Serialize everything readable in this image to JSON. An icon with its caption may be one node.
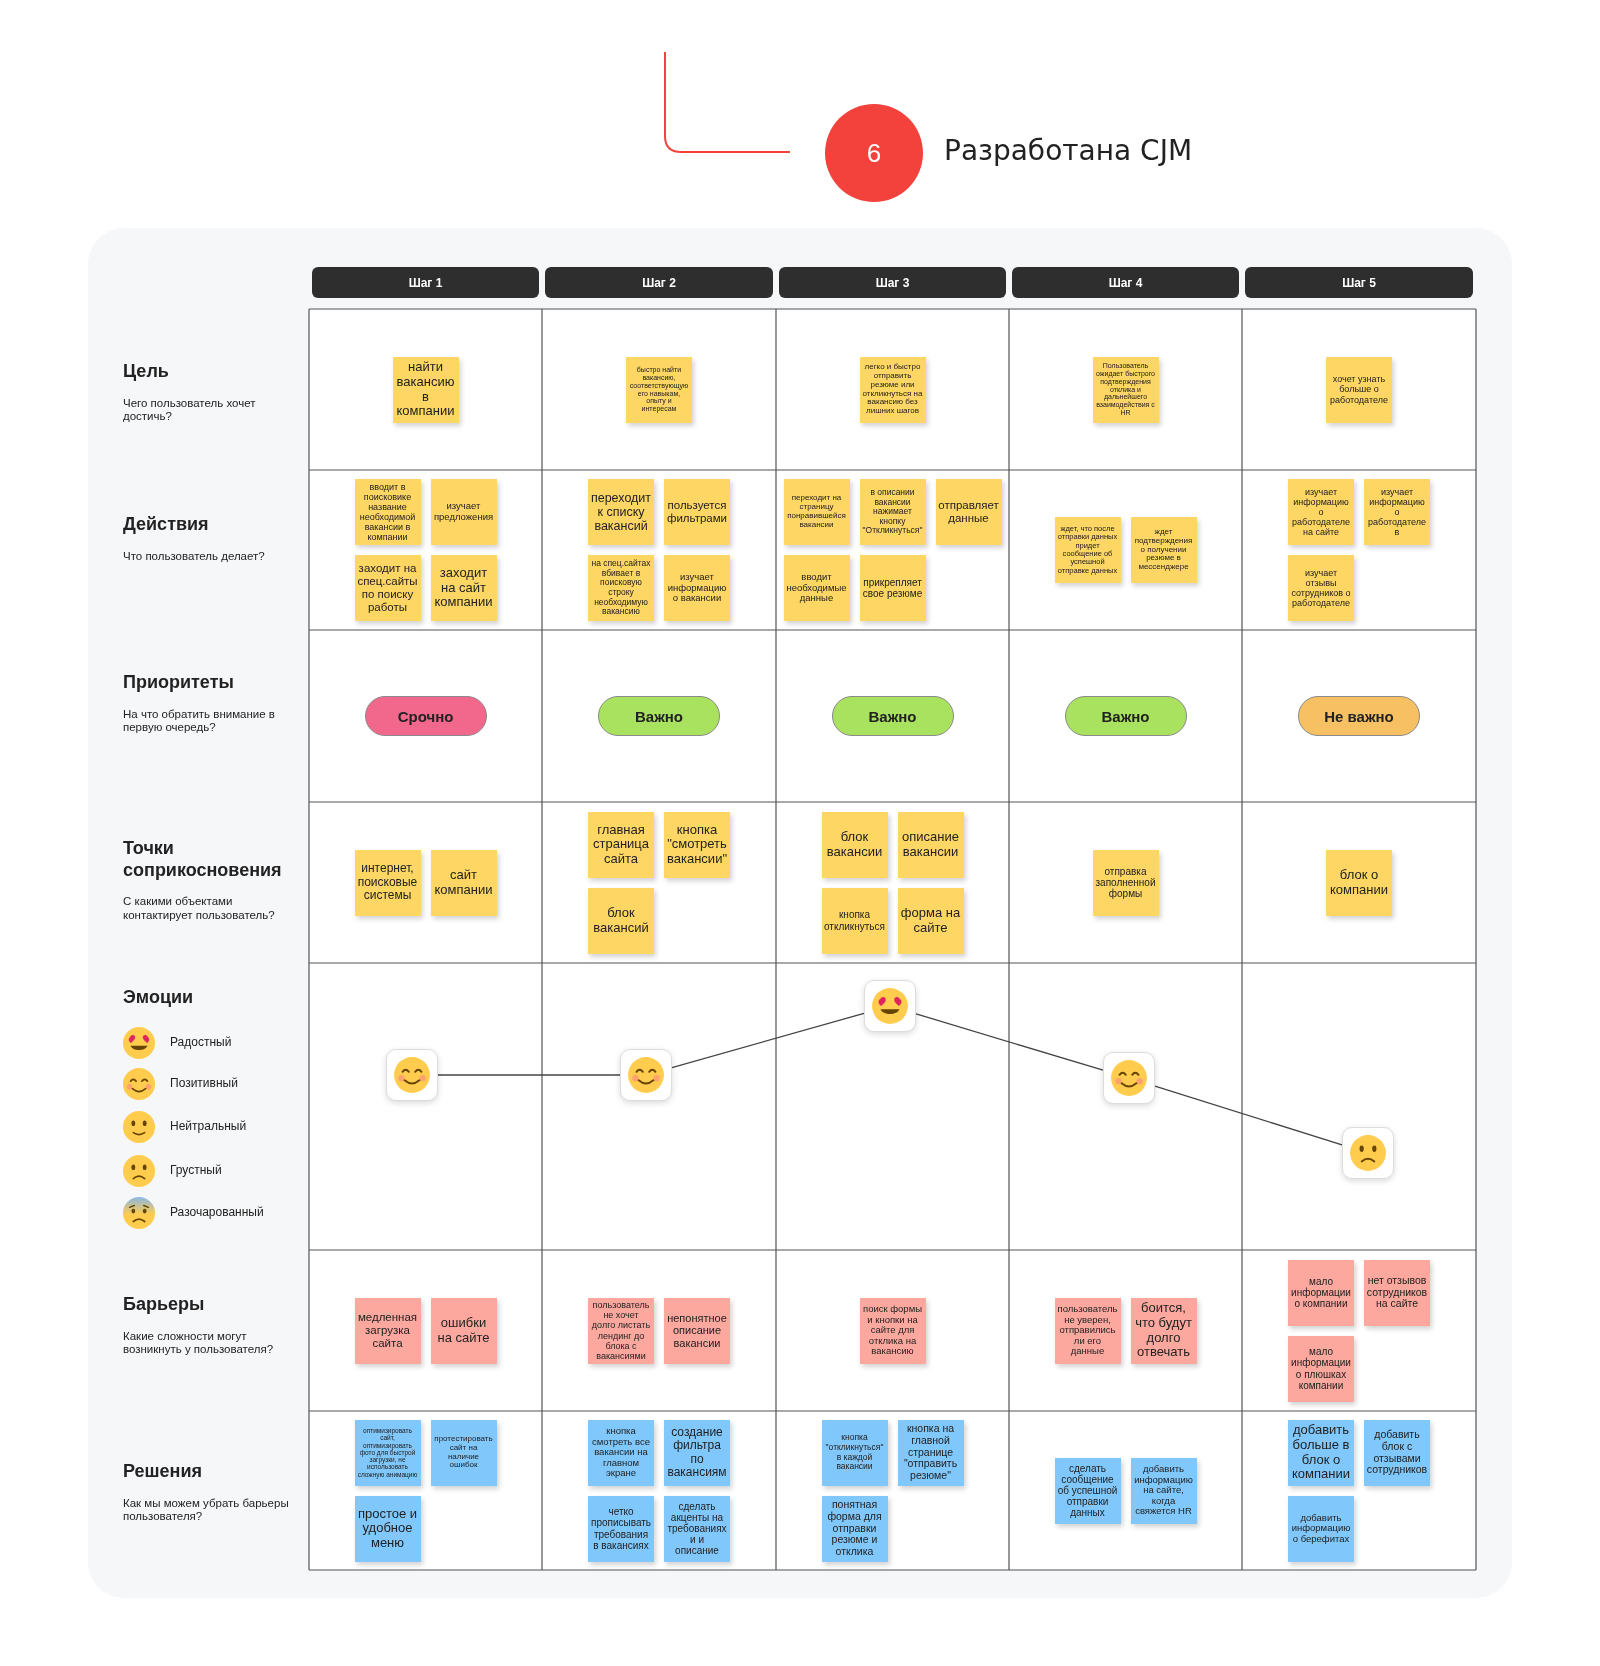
{
  "diagram": {
    "title": "Разработана CJM",
    "nodes": [
      {
        "text": [
          "Шаг 1"
        ]
      },
      {
        "text": [
          "Шаг 2"
        ]
      },
      {
        "text": [
          "Шаг 3"
        ]
      },
      {
        "text": [
          "Шаг 4"
        ]
      },
      {
        "text": [
          "Шаг 5"
        ]
      },
      {
        "text": [
          "найти вакансию в компании"
        ]
      },
      {
        "text": [
          "быстро найти вакансию, соответствующую его навыкам, опыту и интересам"
        ]
      },
      {
        "text": [
          "легко и быстро отправить резюме или откликнуться на вакансию без лишних шагов"
        ]
      },
      {
        "text": [
          "Пользователь ожидает быстрого подтверждения отклика и дальнейшего взаимодействия с HR"
        ]
      },
      {
        "text": [
          "хочет узнать больше о работодателе"
        ]
      },
      {
        "text": [
          "вводит в поисковике название необходимой вакансии в компании"
        ]
      },
      {
        "text": [
          "изучает предложения"
        ]
      },
      {
        "text": [
          "заходит на спец.сайты по поиску работы"
        ]
      },
      {
        "text": [
          "заходит на сайт компании"
        ]
      },
      {
        "text": [
          "переходит к списку вакансий"
        ]
      },
      {
        "text": [
          "пользуется фильтрами"
        ]
      },
      {
        "text": [
          "на спец.сайтах вбивает в поисковую строку необходимую вакансию"
        ]
      },
      {
        "text": [
          "изучает информацию о вакансии"
        ]
      },
      {
        "text": [
          "переходит на страницу понравившейся вакансии"
        ]
      },
      {
        "text": [
          "в описании вакансии нажимает кнопку \"Откликнуться\""
        ]
      },
      {
        "text": [
          "отправляет данные"
        ]
      },
      {
        "text": [
          "вводит необходимые данные"
        ]
      },
      {
        "text": [
          "прикрепляет свое резюме"
        ]
      },
      {
        "text": [
          "ждет, что после отправки данных придет сообщение об успешной отправке данных"
        ]
      },
      {
        "text": [
          "ждет подтверждения о получении резюме в мессенджере"
        ]
      },
      {
        "text": [
          "изучает информацию о работодателе на сайте"
        ]
      },
      {
        "text": [
          "изучает информацию о работодателе в"
        ]
      },
      {
        "text": [
          "изучает отзывы сотрудников о работодателе"
        ]
      },
      {
        "text": [
          "Срочно"
        ]
      },
      {
        "text": [
          "Важно"
        ]
      },
      {
        "text": [
          "Важно"
        ]
      },
      {
        "text": [
          "Важно"
        ]
      },
      {
        "text": [
          "Не важно"
        ]
      },
      {
        "text": [
          "интернет, поисковые системы"
        ]
      },
      {
        "text": [
          "сайт компании"
        ]
      },
      {
        "text": [
          "главная страница сайта"
        ]
      },
      {
        "text": [
          "кнопка \"смотреть вакансии\""
        ]
      },
      {
        "text": [
          "блок вакансий"
        ]
      },
      {
        "text": [
          "блок вакансии"
        ]
      },
      {
        "text": [
          "описание вакансии"
        ]
      },
      {
        "text": [
          "кнопка откликнуться"
        ]
      },
      {
        "text": [
          "форма на сайте"
        ]
      },
      {
        "text": [
          "отправка заполненной формы"
        ]
      },
      {
        "text": [
          "блок о компании"
        ]
      },
      {
        "text": [],
        "shape": "picture"
      },
      {
        "text": [],
        "shape": "picture"
      },
      {
        "text": [],
        "shape": "picture"
      },
      {
        "text": [],
        "shape": "picture"
      },
      {
        "text": [],
        "shape": "picture"
      },
      {
        "text": [
          "медленная загрузка сайта"
        ]
      },
      {
        "text": [
          "ошибки на сайте"
        ]
      },
      {
        "text": [
          "пользователь не хочет долго листать лендинг до блока с вакансиями"
        ]
      },
      {
        "text": [
          "непонятное описание вакансии"
        ]
      },
      {
        "text": [
          "поиск формы и кнопки на сайте для отклика на вакансию"
        ]
      },
      {
        "text": [
          "пользователь не уверен, отправились ли его данные"
        ]
      },
      {
        "text": [
          "боится, что будут долго отвечать"
        ]
      },
      {
        "text": [
          "мало информации о компании"
        ]
      },
      {
        "text": [
          "нет отзывов сотрудников на сайте"
        ]
      },
      {
        "text": [
          "мало информации о плюшках компании"
        ]
      },
      {
        "text": [
          "оптимизировать сайт, оптимизировать фото для быстрой загрузки, не использовать сложную анимацию"
        ]
      },
      {
        "text": [
          "протестировать сайт на наличие ошибок"
        ]
      },
      {
        "text": [
          "простое и удобное меню"
        ]
      },
      {
        "text": [
          "кнопка смотреть все вакансии на главном экране"
        ]
      },
      {
        "text": [
          "создание фильтра по вакансиям"
        ]
      },
      {
        "text": [
          "четко прописывать требования в вакансиях"
        ]
      },
      {
        "text": [
          "сделать акценты на требованиях и и описание"
        ]
      },
      {
        "text": [
          "кнопка \"откликнуться\" в каждой вакансии"
        ]
      },
      {
        "text": [
          "кнопка на главной странице \"отправить резюме\""
        ]
      },
      {
        "text": [
          "понятная форма для отправки резюме и отклика"
        ]
      },
      {
        "text": [
          "сделать сообщение об успешной отправки данных"
        ]
      },
      {
        "text": [
          "добавить информацию на сайте, когда свяжется HR"
        ]
      },
      {
        "text": [
          "добавить больше в блок о компании"
        ]
      },
      {
        "text": [
          "добавить блок с отзывами сотрудников"
        ]
      },
      {
        "text": [
          "добавить информацию о берефитах"
        ]
      }
    ],
    "edges": [
      {
        "from": 44,
        "to": 45,
        "arrow": "none"
      },
      {
        "from": 45,
        "to": 46,
        "arrow": "none"
      },
      {
        "from": 46,
        "to": 47,
        "arrow": "none"
      },
      {
        "from": 47,
        "to": 48,
        "arrow": "none"
      }
    ],
    "labels": [
      "6",
      "Цель",
      "Чего пользователь хочет достичь?",
      "Действия",
      "Что пользователь делает?",
      "Приоритеты",
      "На что обратить внимание в первую очередь?",
      "Точки соприкосновения",
      "С какими объектами контактирует пользователь?",
      "Эмоции",
      "Барьеры",
      "Какие сложности могут возникнуть у пользователя?",
      "Решения",
      "Как мы можем убрать барьеры пользователя?"
    ],
    "legend": [
      {
        "text": "Радостный"
      },
      {
        "text": "Позитивный"
      },
      {
        "text": "Нейтральный"
      },
      {
        "text": "Грустный"
      },
      {
        "text": "Разочарованный"
      }
    ]
  }
}
